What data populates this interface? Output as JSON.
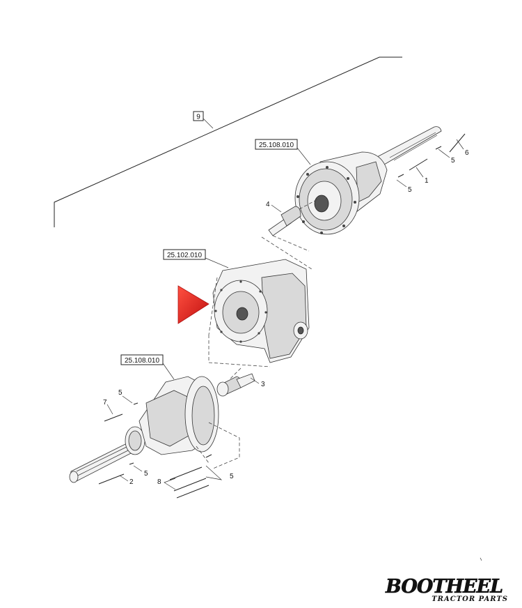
{
  "callouts": {
    "ref_top": "25.108.010",
    "ref_center": "25.102.010",
    "ref_bottom": "25.108.010",
    "box_9": "9",
    "n1": "1",
    "n2": "2",
    "n3": "3",
    "n4": "4",
    "n5a": "5",
    "n5b": "5",
    "n5c": "5",
    "n5d": "5",
    "n5e": "5",
    "n6": "6",
    "n7": "7",
    "n8": "8"
  },
  "logo": {
    "brand": "BOOTHEEL",
    "tagline": "TRACTOR PARTS"
  },
  "colors": {
    "pointer": "#e0201c",
    "logo_fill": "#111111"
  },
  "icons": {
    "pointer": "play-triangle-icon"
  }
}
